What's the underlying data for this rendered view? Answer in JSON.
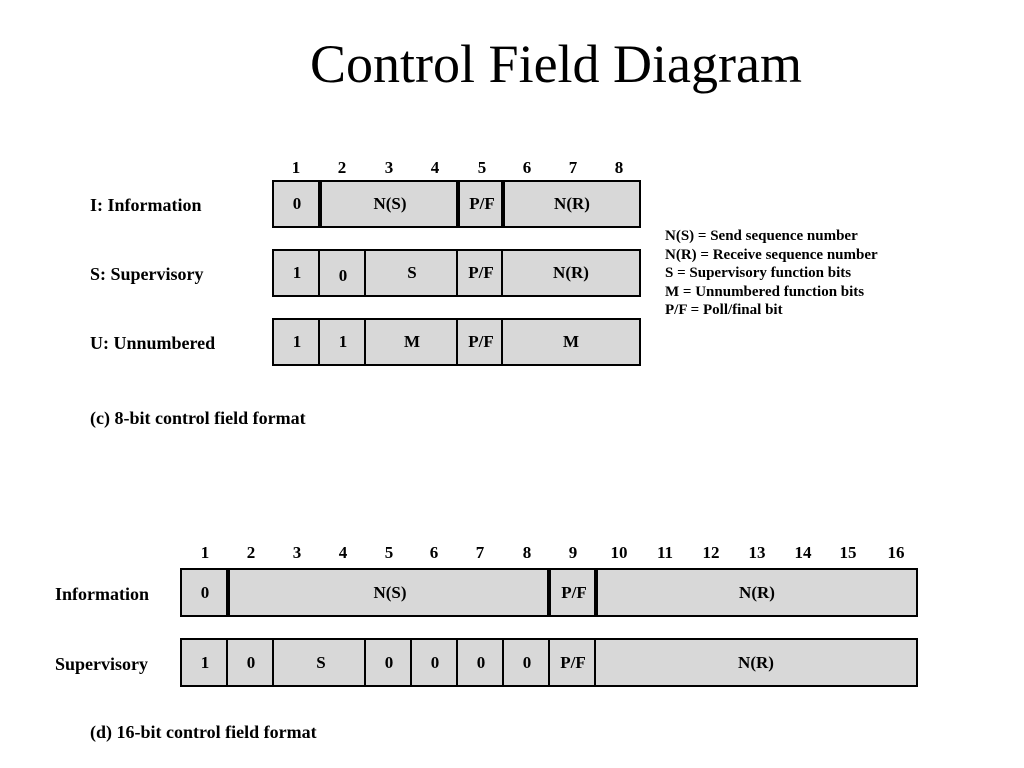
{
  "title": "Control Field Diagram",
  "eight_bit": {
    "bit_numbers": [
      "1",
      "2",
      "3",
      "4",
      "5",
      "6",
      "7",
      "8"
    ],
    "rows": {
      "information": {
        "label": "I: Information",
        "fields": [
          "0",
          "N(S)",
          "P/F",
          "N(R)"
        ]
      },
      "supervisory": {
        "label": "S: Supervisory",
        "fields": [
          "1",
          "0",
          "S",
          "P/F",
          "N(R)"
        ]
      },
      "unnumbered": {
        "label": "U: Unnumbered",
        "fields": [
          "1",
          "1",
          "M",
          "P/F",
          "M"
        ]
      }
    },
    "caption": "(c) 8-bit control field format"
  },
  "legend": [
    "N(S) = Send sequence number",
    "N(R) = Receive sequence number",
    "S = Supervisory function bits",
    "M = Unnumbered function bits",
    "P/F = Poll/final bit"
  ],
  "sixteen_bit": {
    "bit_numbers": [
      "1",
      "2",
      "3",
      "4",
      "5",
      "6",
      "7",
      "8",
      "9",
      "10",
      "11",
      "12",
      "13",
      "14",
      "15",
      "16"
    ],
    "rows": {
      "information": {
        "label": "Information",
        "fields": [
          "0",
          "N(S)",
          "P/F",
          "N(R)"
        ]
      },
      "supervisory": {
        "label": "Supervisory",
        "fields": [
          "1",
          "0",
          "S",
          "0",
          "0",
          "0",
          "0",
          "P/F",
          "N(R)"
        ]
      }
    },
    "caption": "(d) 16-bit control field format"
  }
}
